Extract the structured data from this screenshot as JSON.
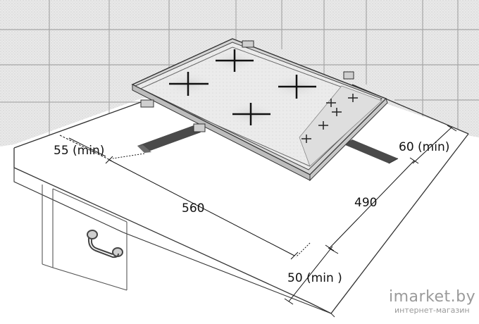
{
  "diagram": {
    "dimensions": {
      "left_clearance": "55 (min)",
      "cutout_width": "560",
      "back_clearance": "60 (min)",
      "cutout_depth": "490",
      "front_clearance": "50 (min )"
    }
  },
  "watermark": {
    "brand": "imarket.by",
    "tagline": "интернет-магазин"
  }
}
